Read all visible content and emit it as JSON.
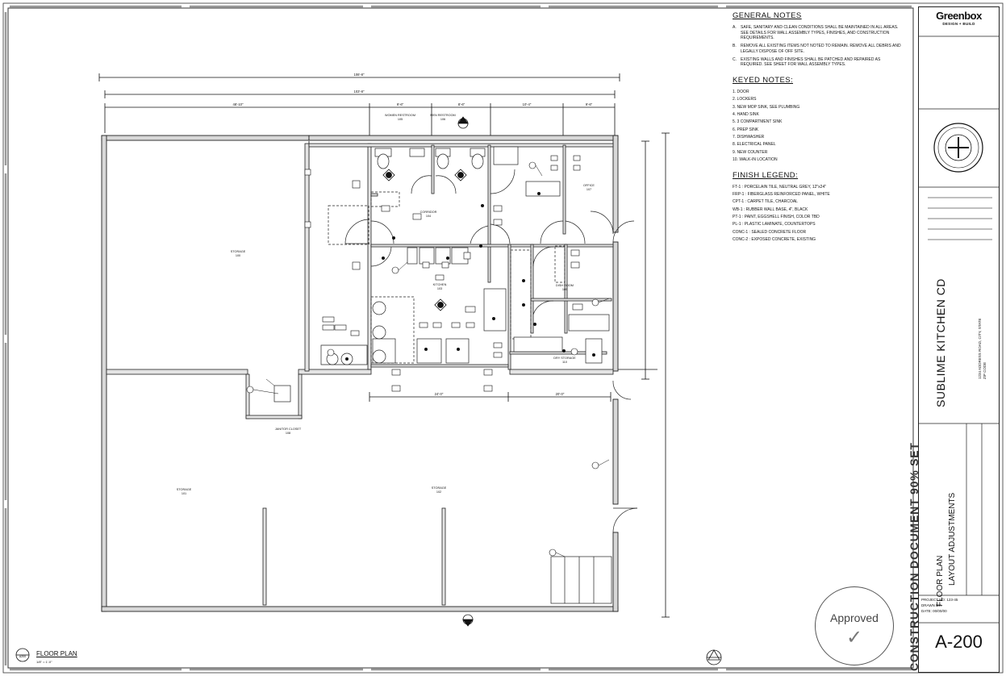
{
  "sheet": {
    "project_title": "SUBLIME KITCHEN CD",
    "sheet_title_line1": "FLOOR PLAN",
    "sheet_title_line2": "LAYOUT ADJUSTMENTS",
    "sheet_number": "A-200",
    "banner": "CONSTRUCTION DOCUMENT 90% SET",
    "stamp_text": "Approved",
    "stamp_mark": "✓"
  },
  "logo": {
    "brand": "Greenbox",
    "tagline": "DESIGN + BUILD"
  },
  "project_info": [
    "PROJECT NO: 123-45",
    "DRAWN BY:",
    "DATE: 00/00/00"
  ],
  "address": [
    "1234 ADDRESS ROAD, CITY, STATE",
    "ZIP CODE"
  ],
  "plan": {
    "title": "FLOOR PLAN",
    "scale": "1/8\" = 1'-0\"",
    "detail_tag": "A200"
  },
  "general_notes": {
    "heading": "GENERAL NOTES",
    "items": [
      {
        "num": "A.",
        "text": "SAFE, SANITARY AND CLEAN CONDITIONS SHALL BE MAINTAINED IN ALL AREAS. SEE DETAILS FOR WALL ASSEMBLY TYPES, FINISHES, AND CONSTRUCTION REQUIREMENTS."
      },
      {
        "num": "B.",
        "text": "REMOVE ALL EXISTING ITEMS NOT NOTED TO REMAIN. REMOVE ALL DEBRIS AND LEGALLY DISPOSE OF OFF SITE."
      },
      {
        "num": "C.",
        "text": "EXISTING WALLS AND FINISHES SHALL BE PATCHED AND REPAIRED AS REQUIRED. SEE SHEET FOR WALL ASSEMBLY TYPES."
      }
    ]
  },
  "keyed_notes": {
    "heading": "KEYED NOTES:",
    "items": [
      "1. DOOR",
      "2. LOCKERS",
      "3. NEW MOP SINK, SEE PLUMBING",
      "4. HAND SINK",
      "5. 3 COMPARTMENT SINK",
      "6. PREP SINK",
      "7. DISHWASHER",
      "8. ELECTRICAL PANEL",
      "9. NEW COUNTER",
      "10. WALK-IN LOCATION"
    ]
  },
  "finish_legend": {
    "heading": "FINISH LEGEND:",
    "items": [
      "FT-1 : PORCELAIN TILE, NEUTRAL GREY, 12\"x24\"",
      "FRP-1 : FIBERGLASS REINFORCED PANEL, WHITE",
      "CPT-1 : CARPET TILE, CHARCOAL",
      "WB-1 : RUBBER WALL BASE, 4\", BLACK",
      "PT-1 : PAINT, EGGSHELL FINISH, COLOR TBD",
      "PL-1 : PLASTIC LAMINATE, COUNTERTOPS",
      "CONC-1 : SEALED CONCRETE FLOOR",
      "CONC-2 : EXPOSED CONCRETE, EXISTING"
    ]
  },
  "rooms": {
    "r1": "STORAGE",
    "r1_num": "100",
    "r2": "STORAGE",
    "r2_num": "101",
    "r3": "STORAGE",
    "r3_num": "102",
    "r4": "KITCHEN",
    "r4_num": "103",
    "r5": "CORRIDOR",
    "r5_num": "104",
    "r6": "WOMEN RESTROOM",
    "r6_num": "105",
    "r7": "MEN RESTROOM",
    "r7_num": "106",
    "r8": "OFFICE",
    "r8_num": "107",
    "r9": "JANITOR CLOSET",
    "r9_num": "108",
    "r10": "DISH ROOM",
    "r10_num": "109",
    "r11": "DRY STORAGE",
    "r11_num": "110"
  },
  "dimensions": {
    "overall": "106'-8\"",
    "d2": "103'-8\"",
    "d3": "48'-10\"",
    "d4": "9'-6\"",
    "d5": "8'-6\"",
    "d6": "10'-4\"",
    "d7": "9'-6\"",
    "d8": "24'-0\"",
    "d9": "20'-0\""
  }
}
